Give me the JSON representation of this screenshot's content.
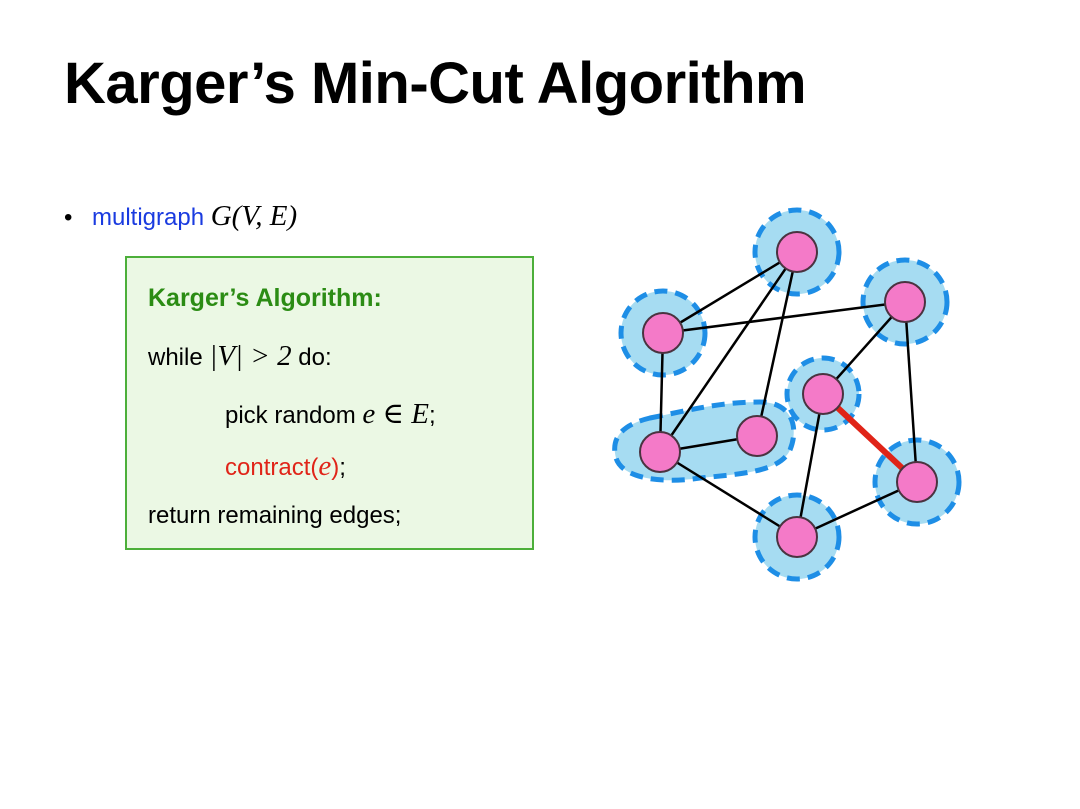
{
  "slide": {
    "title": "Karger’s Min-Cut Algorithm",
    "bullet": {
      "label": "multigraph",
      "math": "G(V, E)"
    }
  },
  "algorithm": {
    "title": "Karger’s Algorithm:",
    "while_word": "while",
    "while_cond": "|V| > 2",
    "while_do": "do:",
    "pick_text": "pick random",
    "pick_math": "e ∈ E",
    "pick_end": ";",
    "contract_word": "contract(",
    "contract_arg": "e",
    "contract_close": ")",
    "contract_end": ";",
    "return_text": "return remaining edges;"
  },
  "colors": {
    "node_fill": "#f47ac8",
    "supernode_fill": "#a6dcf2",
    "supernode_stroke": "#1e8ee6",
    "edge": "#000000",
    "contract_edge": "#e02418",
    "box_border": "#4caf3a",
    "box_fill": "#ebf8e4",
    "heading_green": "#2b8c14",
    "link_blue": "#1a3be0"
  }
}
